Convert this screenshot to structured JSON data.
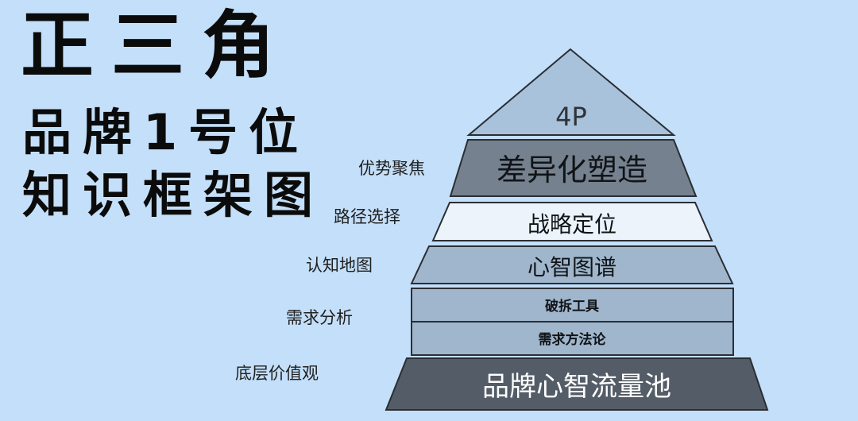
{
  "title": {
    "main": "正三角",
    "line2": "品牌1号位",
    "line3": "知识框架图"
  },
  "side_labels": [
    "优势聚焦",
    "路径选择",
    "认知地图",
    "需求分析",
    "底层价值观"
  ],
  "pyramid": {
    "apex": "4P",
    "tiers": [
      "差异化塑造",
      "战略定位",
      "心智图谱",
      "破拆工具",
      "需求方法论",
      "品牌心智流量池"
    ]
  },
  "colors": {
    "background": "#c4dff9",
    "apex_fill": "#a9c2dc",
    "dark_tier": "#75818e",
    "light_tier": "#ecf3fb",
    "mid_tier": "#a0b6cc",
    "base_tier": "#545d67",
    "stroke": "#2a2e33"
  }
}
